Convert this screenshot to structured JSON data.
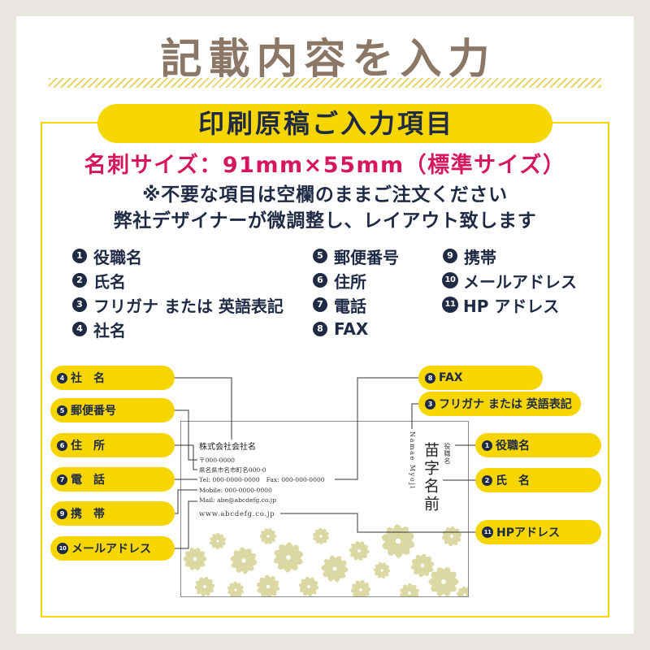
{
  "title": "記載内容を入力",
  "section_label": "印刷原稿ご入力項目",
  "card_size": "名刺サイズ：91mm×55mm（標準サイズ）",
  "notes": [
    "※不要な項目は空欄のままご注文ください",
    "弊社デザイナーが微調整し、レイアウト致します"
  ],
  "items": [
    {
      "num": "1",
      "label": "役職名"
    },
    {
      "num": "2",
      "label": "氏名"
    },
    {
      "num": "3",
      "label": "フリガナ または 英語表記"
    },
    {
      "num": "4",
      "label": "社名"
    },
    {
      "num": "5",
      "label": "郵便番号"
    },
    {
      "num": "6",
      "label": "住所"
    },
    {
      "num": "7",
      "label": "電話"
    },
    {
      "num": "8",
      "label": "FAX"
    },
    {
      "num": "9",
      "label": "携帯"
    },
    {
      "num": "10",
      "label": "メールアドレス"
    },
    {
      "num": "11",
      "label": "HP アドレス"
    }
  ],
  "callouts": {
    "company_name": {
      "num": "4",
      "label": "社　名"
    },
    "postal_code": {
      "num": "5",
      "label": "郵便番号"
    },
    "address": {
      "num": "6",
      "label": "住　所"
    },
    "phone": {
      "num": "7",
      "label": "電　話"
    },
    "mobile": {
      "num": "9",
      "label": "携　帯"
    },
    "email": {
      "num": "10",
      "label": "メールアドレス"
    },
    "fax": {
      "num": "8",
      "label": "FAX"
    },
    "furigana": {
      "num": "3",
      "label": "フリガナ または 英語表記"
    },
    "position": {
      "num": "1",
      "label": "役職名"
    },
    "name": {
      "num": "2",
      "label": "氏　名"
    },
    "website": {
      "num": "11",
      "label": "HPアドレス"
    }
  },
  "card": {
    "company": "株式会社会社名",
    "postal": "〒000-0000",
    "address": "県名県市名市町名000-0",
    "tel": "Tel: 000-0000-0000",
    "fax": "Fax: 000-000-0000",
    "mobile": "Mobile: 000-0000-0000",
    "mail": "Mail: abe@abcdefg.co.jp",
    "website": "www.abcdefg.co.jp",
    "romaji": "Namae Myoji",
    "position": "役職名",
    "name": "苗字名前"
  },
  "colors": {
    "page_background": "#e9e6e2",
    "title": "#8b7765",
    "stripe": "#e6d46a",
    "accent_yellow": "#f7d600",
    "size_text": "#d6175f",
    "text_navy": "#1f2a44",
    "flower": "#dbd8a3"
  }
}
